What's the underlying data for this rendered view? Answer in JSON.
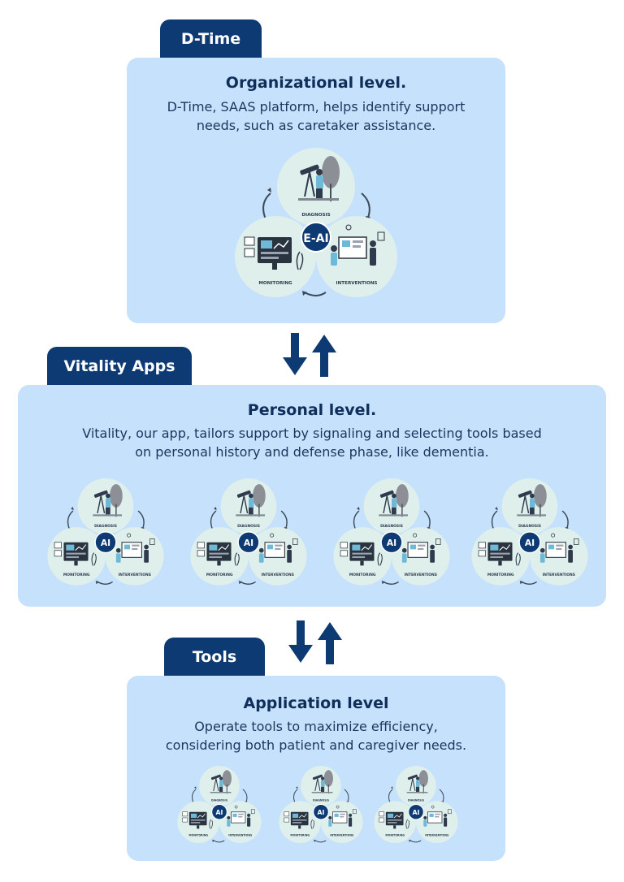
{
  "levels": [
    {
      "tab": "D-Time",
      "title": "Organizational level.",
      "description_lines": [
        "D-Time, SAAS platform, helps identify support",
        "needs, such as caretaker assistance."
      ],
      "hub_label": "E-AI"
    },
    {
      "tab": "Vitality Apps",
      "title": "Personal level.",
      "description_lines": [
        "Vitality, our app, tailors support by signaling and selecting tools based",
        "on personal history and defense phase, like dementia."
      ],
      "hub_label": "AI"
    },
    {
      "tab": "Tools",
      "title": "Application level",
      "description_lines": [
        "Operate tools to maximize efficiency,",
        "considering both patient and caregiver needs."
      ],
      "hub_label": "AI"
    }
  ],
  "cycle_labels": {
    "top": "DIAGNOSIS",
    "left": "MONITORING",
    "right": "INTERVENTIONS"
  },
  "colors": {
    "tab": "#0d3a73",
    "panel": "#c6e1fb",
    "circle": "#dff0ec",
    "hub": "#0d3a73",
    "arrow": "#0d3a73"
  }
}
